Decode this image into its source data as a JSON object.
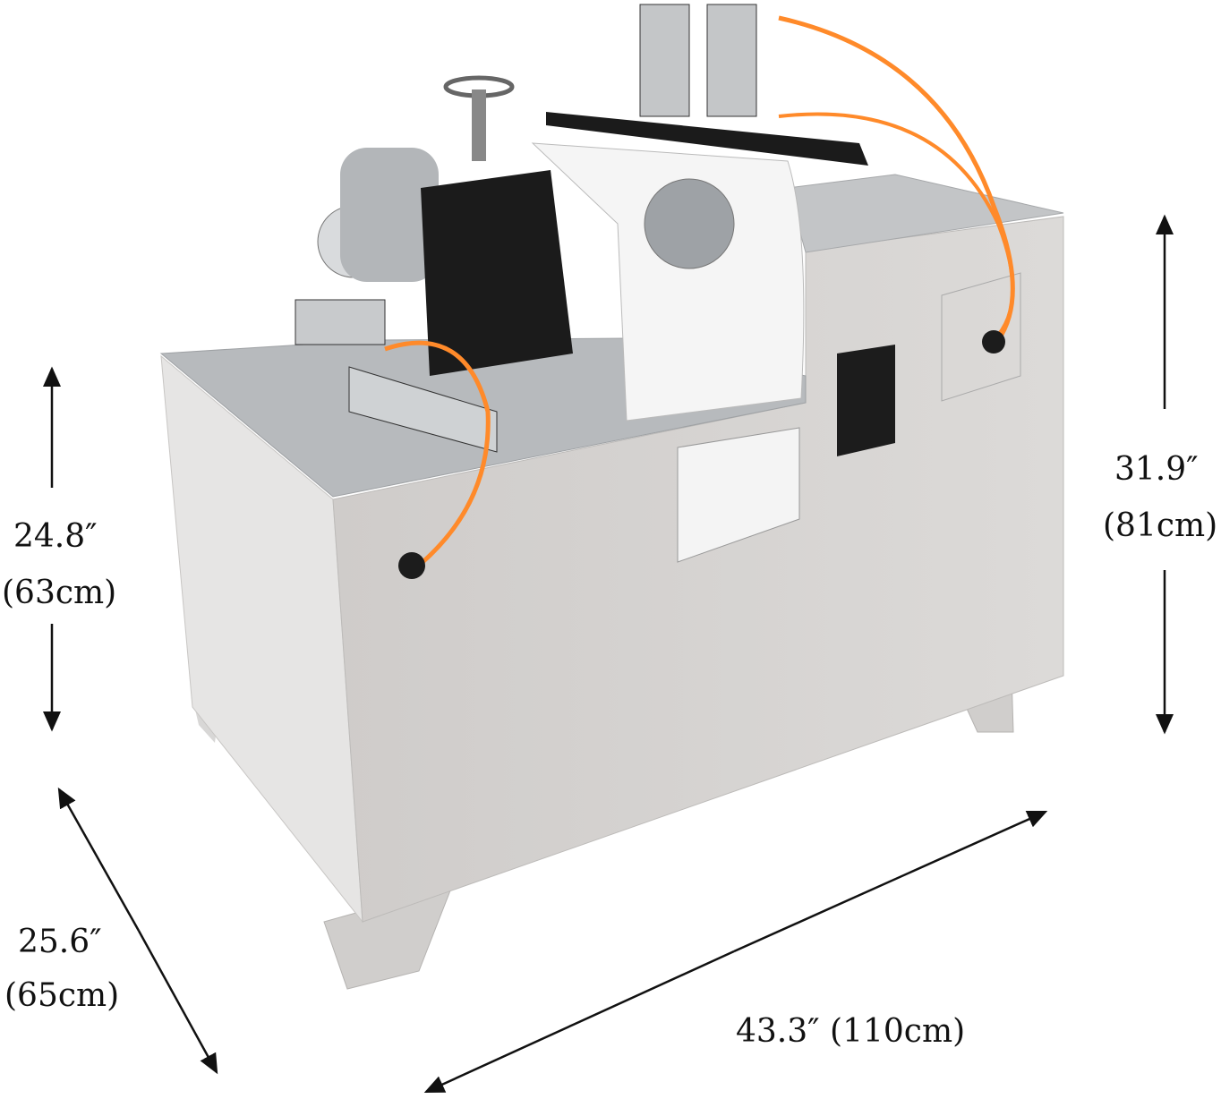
{
  "image": {
    "subject": "machine-photo",
    "colors": {
      "cabinet": "#d6d4d2",
      "side": "#e4e3e2",
      "top": "#b9bcbe",
      "hose": "#ff8a2a",
      "bracket": "#1a1a1a"
    }
  },
  "dimensions": {
    "height_front": {
      "inches": "24.8″",
      "cm": "(63cm)"
    },
    "height_total": {
      "inches": "31.9″",
      "cm": "(81cm)"
    },
    "depth": {
      "inches": "25.6″",
      "cm": "(65cm)"
    },
    "width": {
      "label": "43.3″ (110cm)"
    }
  }
}
